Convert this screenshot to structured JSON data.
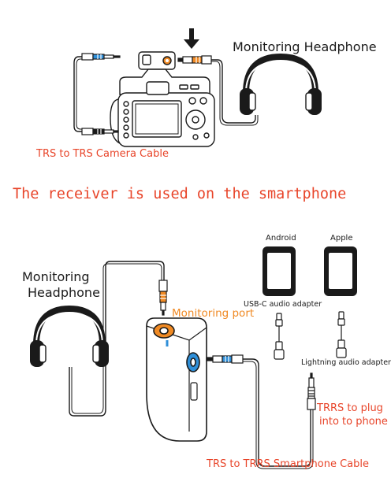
{
  "top": {
    "headphone_label": "Monitoring Headphone",
    "cable_label": "TRS to TRS Camera Cable"
  },
  "banner": "The receiver is used on the smartphone",
  "bottom": {
    "headphone_label_line1": "Monitoring",
    "headphone_label_line2": "Headphone",
    "monitoring_port_label": "Monitoring port",
    "android_label": "Android",
    "apple_label": "Apple",
    "usbc_label": "USB-C audio adapter",
    "lightning_label": "Lightning audio adapter",
    "trrs_plug_line1": "TRRS to plug",
    "trrs_plug_line2": "into to phone",
    "smartphone_cable_label": "TRS to TRRS Smartphone Cable"
  },
  "colors": {
    "accent_orange": "#e8452a",
    "port_orange": "#f08a24",
    "connector_blue": "#2f8fd8",
    "line": "#1a1a1a"
  }
}
